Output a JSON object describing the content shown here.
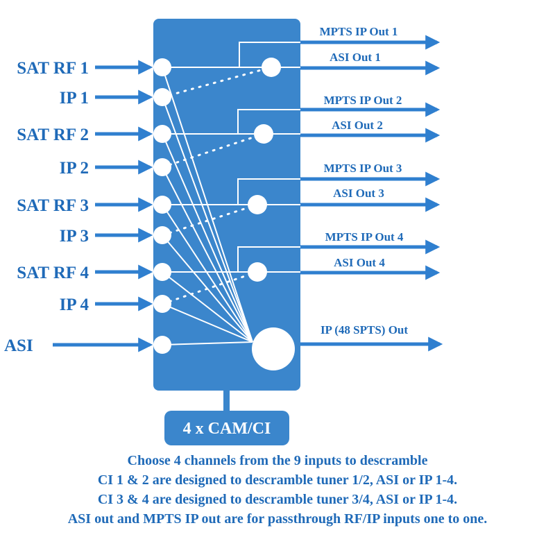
{
  "colors": {
    "brand": "#3b86cc",
    "text": "#1f6ab8",
    "arrow": "#2f7fcf",
    "white": "#ffffff"
  },
  "inputs": [
    {
      "label": "SAT RF 1"
    },
    {
      "label": "IP 1"
    },
    {
      "label": "SAT RF 2"
    },
    {
      "label": "IP 2"
    },
    {
      "label": "SAT RF 3"
    },
    {
      "label": "IP 3"
    },
    {
      "label": "SAT RF 4"
    },
    {
      "label": "IP 4"
    },
    {
      "label": "ASI"
    }
  ],
  "outputs": [
    {
      "label": "MPTS IP Out 1"
    },
    {
      "label": "ASI Out 1"
    },
    {
      "label": "MPTS IP Out 2"
    },
    {
      "label": "ASI Out 2"
    },
    {
      "label": "MPTS IP Out 3"
    },
    {
      "label": "ASI Out 3"
    },
    {
      "label": "MPTS IP Out 4"
    },
    {
      "label": "ASI Out 4"
    },
    {
      "label": "IP (48 SPTS) Out"
    }
  ],
  "cam_box": {
    "label": "4 x CAM/CI"
  },
  "notes": [
    "Choose 4 channels from the 9 inputs to descramble",
    "CI 1 & 2 are designed to descramble tuner 1/2,  ASI or IP 1-4.",
    "CI 3 & 4 are designed to descramble tuner 3/4,  ASI or IP 1-4.",
    "ASI out and MPTS IP out are for passthrough RF/IP inputs one to one."
  ]
}
